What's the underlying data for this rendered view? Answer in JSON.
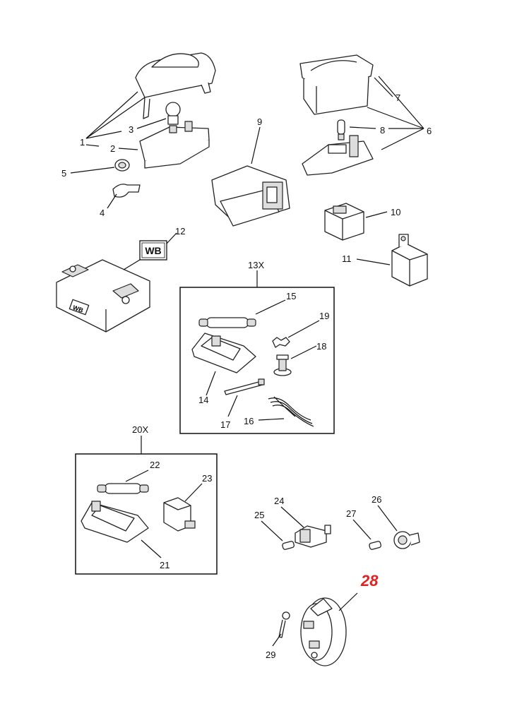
{
  "labels": {
    "p1": "1",
    "p2": "2",
    "p3": "3",
    "p4": "4",
    "p5": "5",
    "p6": "6",
    "p7": "7",
    "p8": "8",
    "p9": "9",
    "p10": "10",
    "p11": "11",
    "p12": "12",
    "p13x": "13X",
    "p14": "14",
    "p15": "15",
    "p16": "16",
    "p17": "17",
    "p18": "18",
    "p19": "19",
    "p20x": "20X",
    "p21": "21",
    "p22": "22",
    "p23": "23",
    "p24": "24",
    "p25": "25",
    "p26": "26",
    "p27": "27",
    "p28": "28",
    "p29": "29"
  },
  "wb_tag": "WB",
  "wb_box_mark": "WB",
  "colors": {
    "highlight": "#e02020",
    "line": "#222222"
  }
}
